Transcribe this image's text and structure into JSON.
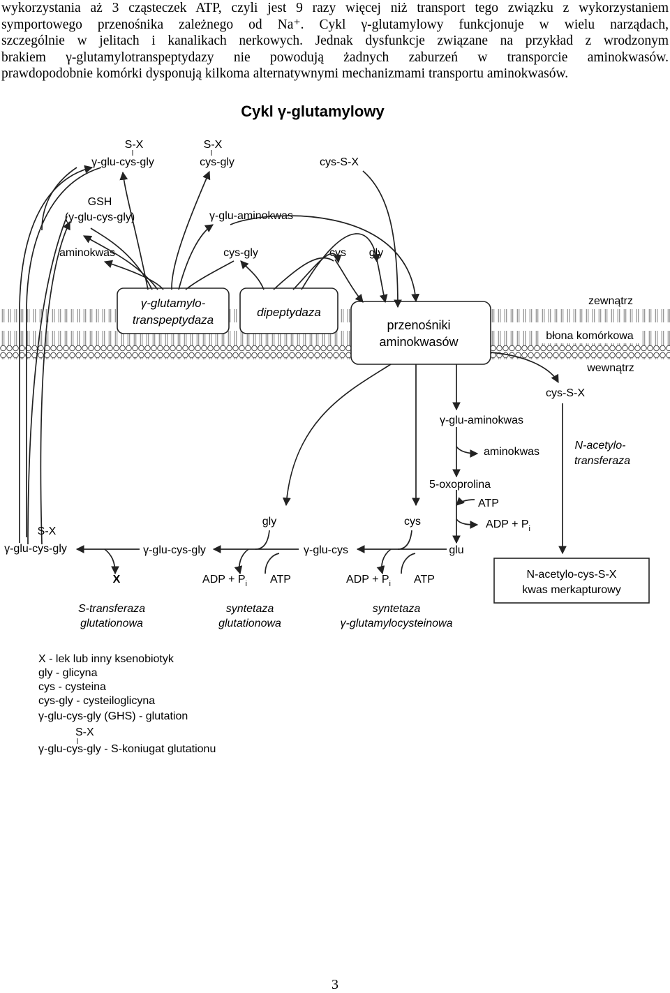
{
  "paragraph": {
    "lines": [
      "wykorzystania aż 3 cząsteczek ATP, czyli jest 9 razy więcej niż transport tego związku z wykorzystaniem",
      "symportowego przenośnika zależnego od Na⁺. Cykl γ-glutamylowy funkcjonuje w wielu narządach,",
      "szczególnie w jelitach i kanalikach nerkowych. Jednak dysfunkcje związane na przykład z wrodzonym",
      "brakiem γ-glutamylotranspeptydazy nie powodują żadnych zaburzeń w transporcie aminokwasów.",
      "prawdopodobnie komórki dysponują kilkoma alternatywnymi mechanizmami transportu aminokwasów."
    ]
  },
  "diagram": {
    "title": "Cykl γ-glutamylowy",
    "outside": {
      "sx_conj_top": "S-X",
      "sx_conj_bottom": "γ-glu-cys-gly",
      "sx_cysgly_top": "S-X",
      "sx_cysgly_bottom": "cys-gly",
      "cys_sx": "cys-S-X",
      "gsh_1": "GSH",
      "gsh_2": "(γ-glu-cys-gly)",
      "glu_aminokwas": "γ-glu-aminokwas",
      "aminokwas": "aminokwas",
      "cys_gly": "cys-gly",
      "cys": "cys",
      "gly": "gly"
    },
    "membrane": {
      "zewnatrz": "zewnątrz",
      "blona": "błona komórkowa",
      "wewnatrz": "wewnątrz"
    },
    "enzymes": {
      "ggt_1": "γ-glutamylo-",
      "ggt_2": "transpeptydaza",
      "dipeptydaza": "dipeptydaza",
      "carriers_1": "przenośniki",
      "carriers_2": "aminokwasów"
    },
    "inside": {
      "cys_sx": "cys-S-X",
      "glu_aminokwas": "γ-glu-aminokwas",
      "aminokwas": "aminokwas",
      "oxoproline": "5-oxoprolina",
      "atp": "ATP",
      "adp_pi": "ADP + P",
      "glu": "glu",
      "gly": "gly",
      "cys": "cys",
      "glu_cys": "γ-glu-cys",
      "glu_cys_gly": "γ-glu-cys-gly",
      "sx_top": "S-X",
      "sx_bottom": "γ-glu-cys-gly",
      "x": "X",
      "adp_pi_1": "ADP + P",
      "atp_1": "ATP",
      "adp_pi_2": "ADP + P",
      "atp_2": "ATP",
      "nat_1": "N-acetylo-",
      "nat_2": "transferaza",
      "box_1": "N-acetylo-cys-S-X",
      "box_2": "kwas merkapturowy",
      "subscript_i": "i"
    },
    "enzyme_labels": {
      "gst_1": "S-transferaza",
      "gst_2": "glutationowa",
      "gs_1": "syntetaza",
      "gs_2": "glutationowa",
      "gcs_1": "syntetaza",
      "gcs_2": "γ-glutamylocysteinowa"
    },
    "legend": {
      "l1": "X - lek lub inny ksenobiotyk",
      "l2": "gly - glicyna",
      "l3": "cys - cysteina",
      "l4": "cys-gly - cysteiloglicyna",
      "l5": "γ-glu-cys-gly (GHS) - glutation",
      "l6_top": "S-X",
      "l6_bottom": "γ-glu-cys-gly - S-koniugat glutationu"
    }
  },
  "page_number": "3"
}
